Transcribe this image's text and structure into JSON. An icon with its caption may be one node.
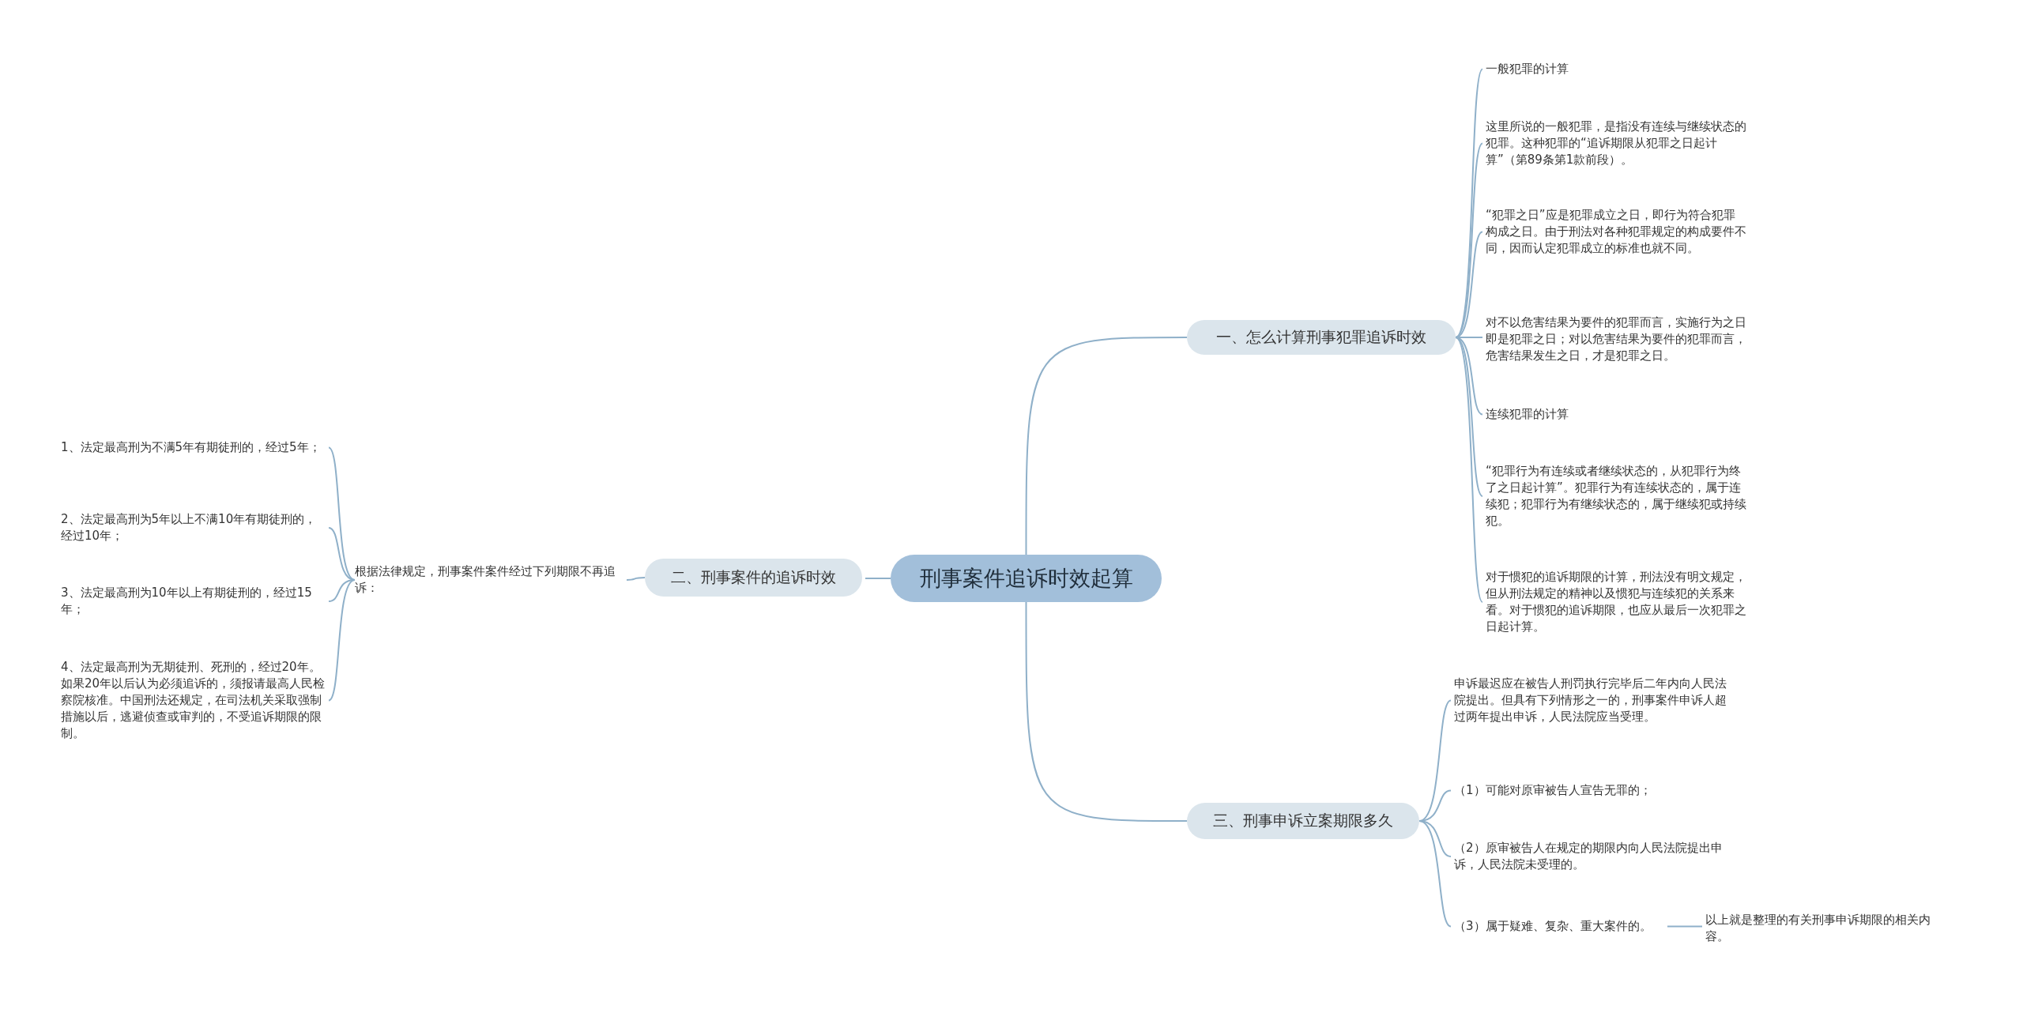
{
  "diagram": {
    "nodes": [
      {
        "text": [
          "刑事案件追诉时效起算"
        ]
      },
      {
        "text": [
          "一、怎么计算刑事犯罪追诉时效"
        ]
      },
      {
        "text": [
          "二、刑事案件的追诉时效"
        ]
      },
      {
        "text": [
          "三、刑事申诉立案期限多久"
        ]
      },
      {
        "text": [
          "一般犯罪的计算"
        ]
      },
      {
        "text": [
          "这里所说的一般犯罪，是指没有连续与继续状态的犯罪。这种犯罪的“追诉期限从犯罪之日起计算”（第89条第1款前段）。"
        ]
      },
      {
        "text": [
          "“犯罪之日”应是犯罪成立之日，即行为符合犯罪构成之日。由于刑法对各种犯罪规定的构成要件不同，因而认定犯罪成立的标准也就不同。"
        ]
      },
      {
        "text": [
          "对不以危害结果为要件的犯罪而言，实施行为之日即是犯罪之日；对以危害结果为要件的犯罪而言，危害结果发生之日，才是犯罪之日。"
        ]
      },
      {
        "text": [
          "连续犯罪的计算"
        ]
      },
      {
        "text": [
          "“犯罪行为有连续或者继续状态的，从犯罪行为终了之日起计算”。犯罪行为有连续状态的，属于连续犯；犯罪行为有继续状态的，属于继续犯或持续犯。"
        ]
      },
      {
        "text": [
          "对于惯犯的追诉期限的计算，刑法没有明文规定，但从刑法规定的精神以及惯犯与连续犯的关系来看。对于惯犯的追诉期限，也应从最后一次犯罪之日起计算。"
        ]
      },
      {
        "text": [
          "根据法律规定，刑事案件案件经过下列期限不再追诉："
        ]
      },
      {
        "text": [
          "1、法定最高刑为不满5年有期徒刑的，经过5年；"
        ]
      },
      {
        "text": [
          "2、法定最高刑为5年以上不满10年有期徒刑的，经过10年；"
        ]
      },
      {
        "text": [
          "3、法定最高刑为10年以上有期徒刑的，经过15年；"
        ]
      },
      {
        "text": [
          "4、法定最高刑为无期徒刑、死刑的，经过20年。如果20年以后认为必须追诉的，须报请最高人民检察院核准。中国刑法还规定，在司法机关采取强制措施以后，逃避侦查或审判的，不受追诉期限的限制。"
        ]
      },
      {
        "text": [
          "申诉最迟应在被告人刑罚执行完毕后二年内向人民法院提出。但具有下列情形之一的，刑事案件申诉人超过两年提出申诉，人民法院应当受理。"
        ]
      },
      {
        "text": [
          "（1）可能对原审被告人宣告无罪的；"
        ]
      },
      {
        "text": [
          "（2）原审被告人在规定的期限内向人民法院提出申诉，人民法院未受理的。"
        ]
      },
      {
        "text": [
          "（3）属于疑难、复杂、重大案件的。"
        ]
      },
      {
        "text": [
          "以上就是整理的有关刑事申诉期限的相关内容。"
        ]
      }
    ],
    "edges": [
      {
        "from": 0,
        "to": 1,
        "arrow": "none"
      },
      {
        "from": 0,
        "to": 2,
        "arrow": "none"
      },
      {
        "from": 0,
        "to": 3,
        "arrow": "none"
      },
      {
        "from": 1,
        "to": 4,
        "arrow": "none"
      },
      {
        "from": 1,
        "to": 5,
        "arrow": "none"
      },
      {
        "from": 1,
        "to": 6,
        "arrow": "none"
      },
      {
        "from": 1,
        "to": 7,
        "arrow": "none"
      },
      {
        "from": 1,
        "to": 8,
        "arrow": "none"
      },
      {
        "from": 1,
        "to": 9,
        "arrow": "none"
      },
      {
        "from": 1,
        "to": 10,
        "arrow": "none"
      },
      {
        "from": 2,
        "to": 11,
        "arrow": "none"
      },
      {
        "from": 11,
        "to": 12,
        "arrow": "none"
      },
      {
        "from": 11,
        "to": 13,
        "arrow": "none"
      },
      {
        "from": 11,
        "to": 14,
        "arrow": "none"
      },
      {
        "from": 11,
        "to": 15,
        "arrow": "none"
      },
      {
        "from": 3,
        "to": 16,
        "arrow": "none"
      },
      {
        "from": 3,
        "to": 17,
        "arrow": "none"
      },
      {
        "from": 3,
        "to": 18,
        "arrow": "none"
      },
      {
        "from": 3,
        "to": 19,
        "arrow": "none"
      },
      {
        "from": 19,
        "to": 20,
        "arrow": "none"
      }
    ]
  }
}
